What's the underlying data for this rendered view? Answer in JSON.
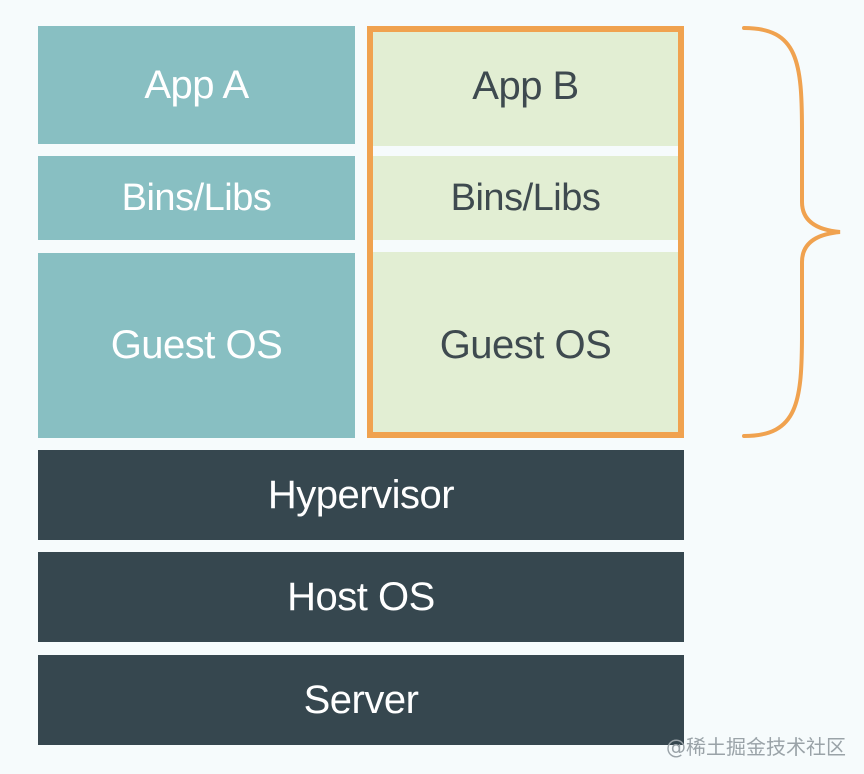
{
  "colors": {
    "vm_a": "#88bfc2",
    "vm_b": "#e2eed3",
    "base": "#36474f",
    "accent": "#f0a24f"
  },
  "vm_a": {
    "app": "App A",
    "bins": "Bins/Libs",
    "guest_os": "Guest OS"
  },
  "vm_b": {
    "app": "App B",
    "bins": "Bins/Libs",
    "guest_os": "Guest OS"
  },
  "layers": {
    "hypervisor": "Hypervisor",
    "host_os": "Host OS",
    "server": "Server"
  },
  "watermark": "@稀土掘金技术社区"
}
